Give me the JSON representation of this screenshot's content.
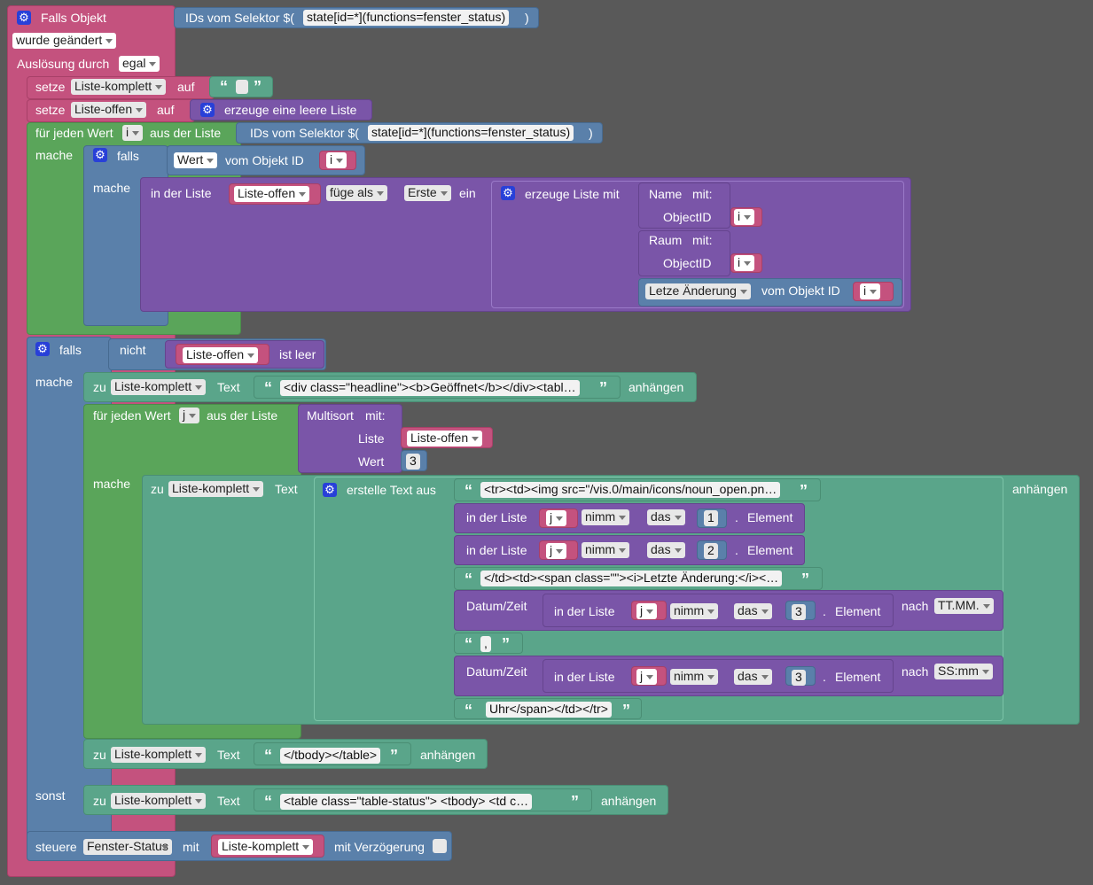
{
  "icons": {
    "gear": "⚙",
    "quote_open": "“",
    "quote_close": "”"
  },
  "trigger": {
    "label": "Falls Objekt",
    "changed": "wurde geändert",
    "by_label": "Auslösung durch",
    "by_value": "egal"
  },
  "selector": {
    "label": "IDs vom Selektor $(",
    "value": "state[id=*](functions=fenster_status)",
    "close": ")"
  },
  "set1": {
    "label": "setze",
    "var": "Liste-komplett",
    "op": "auf"
  },
  "set2": {
    "label": "setze",
    "var": "Liste-offen",
    "op": "auf",
    "create": "erzeuge eine leere Liste"
  },
  "foreach1": {
    "label": "für jeden Wert",
    "var": "i",
    "from": "aus der Liste"
  },
  "kw": {
    "mache": "mache",
    "falls": "falls",
    "sonst": "sonst",
    "nicht": "nicht",
    "ist_leer": "ist leer"
  },
  "ifval": {
    "value": "Wert",
    "from": "vom Objekt ID",
    "var": "i"
  },
  "insert": {
    "label": "in der Liste",
    "list": "Liste-offen",
    "mode": "füge als",
    "pos": "Erste",
    "ein": "ein",
    "create": "erzeuge Liste mit",
    "name": "Name",
    "mit": "mit:",
    "objectid": "ObjectID",
    "raum": "Raum",
    "last_change": "Letze Änderung",
    "from": "vom Objekt ID",
    "var": "i"
  },
  "iflist": {
    "list": "Liste-offen"
  },
  "append1": {
    "zu": "zu",
    "list": "Liste-komplett",
    "text": "Text",
    "value": "<div class=\"headline\"><b>Geöffnet</b></div><tabl…",
    "append": "anhängen"
  },
  "foreach2": {
    "label": "für jeden Wert",
    "var": "j",
    "from": "aus der Liste",
    "multisort": "Multisort",
    "mit": "mit:",
    "liste": "Liste",
    "list": "Liste-offen",
    "wert": "Wert",
    "num": "3"
  },
  "append2": {
    "zu": "zu",
    "list": "Liste-komplett",
    "text": "Text",
    "build": "erstelle Text aus",
    "append": "anhängen",
    "str1": "<tr><td><img src=\"/vis.0/main/icons/noun_open.pn…",
    "inlist": "in der Liste",
    "var": "j",
    "take": "nimm",
    "das": "das",
    "n1": "1",
    "n2": "2",
    "n3": "3",
    "element": "Element",
    "dot": ".",
    "str2": "</td><td><span class=\"\"><i>Letzte Änderung:</i><…",
    "datetime": "Datum/Zeit",
    "nach": "nach",
    "fmt1": "TT.MM.",
    "fmt2": "SS:mm",
    "str3": ", ",
    "str4": "Uhr</span></td></tr>"
  },
  "append3": {
    "zu": "zu",
    "list": "Liste-komplett",
    "text": "Text",
    "value": "</tbody></table>",
    "append": "anhängen"
  },
  "append4": {
    "zu": "zu",
    "list": "Liste-komplett",
    "text": "Text",
    "value": "<table class=\"table-status\">  <tbody>    <td c…",
    "append": "anhängen"
  },
  "control": {
    "label": "steuere",
    "target": "Fenster-Status",
    "mit": "mit",
    "list": "Liste-komplett",
    "delay": "mit Verzögerung"
  }
}
